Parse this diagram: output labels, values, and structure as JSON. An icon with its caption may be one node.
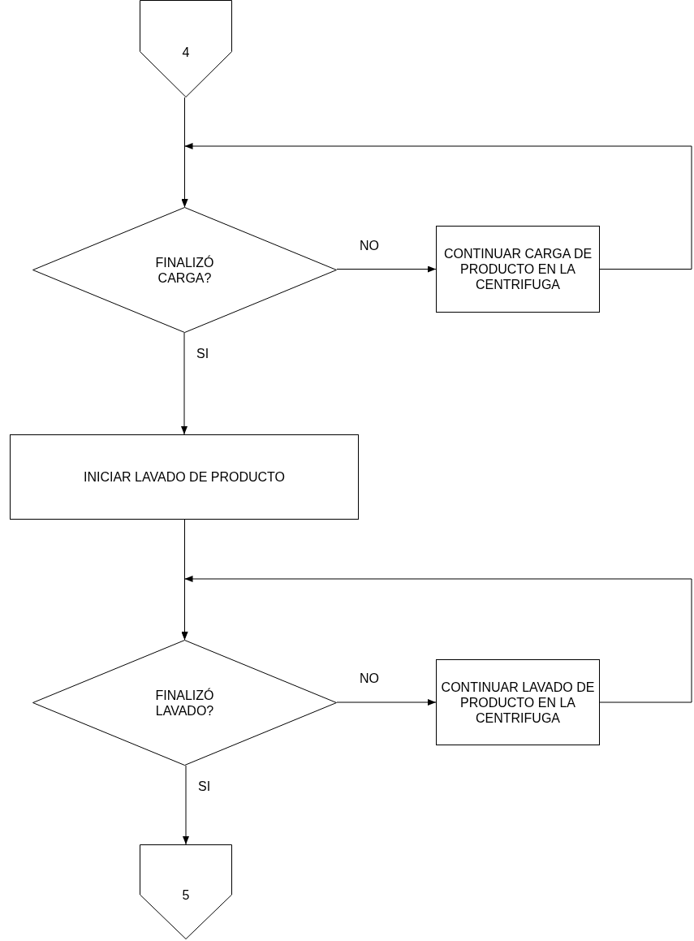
{
  "diagram": {
    "nodes": [
      {
        "text": [
          "4"
        ]
      },
      {
        "text": [
          "FINALIZÓ CARGA?"
        ]
      },
      {
        "text": [
          "CONTINUAR CARGA DE PRODUCTO EN LA CENTRIFUGA"
        ]
      },
      {
        "text": [
          "INICIAR LAVADO DE PRODUCTO"
        ]
      },
      {
        "text": [
          "FINALIZÓ LAVADO?"
        ]
      },
      {
        "text": [
          "CONTINUAR LAVADO DE PRODUCTO EN LA CENTRIFUGA"
        ]
      },
      {
        "text": [
          "5"
        ]
      }
    ],
    "edges": [
      {
        "from": 0,
        "to": 1,
        "arrow": "to"
      },
      {
        "from": 1,
        "to": 2,
        "arrow": "to",
        "label": "NO"
      },
      {
        "from": 2,
        "to": 1,
        "arrow": "to"
      },
      {
        "from": 1,
        "to": 3,
        "arrow": "to",
        "label": "SI"
      },
      {
        "from": 3,
        "to": 4,
        "arrow": "to"
      },
      {
        "from": 4,
        "to": 5,
        "arrow": "to",
        "label": "NO"
      },
      {
        "from": 5,
        "to": 4,
        "arrow": "to"
      },
      {
        "from": 4,
        "to": 6,
        "arrow": "to",
        "label": "SI"
      }
    ]
  }
}
